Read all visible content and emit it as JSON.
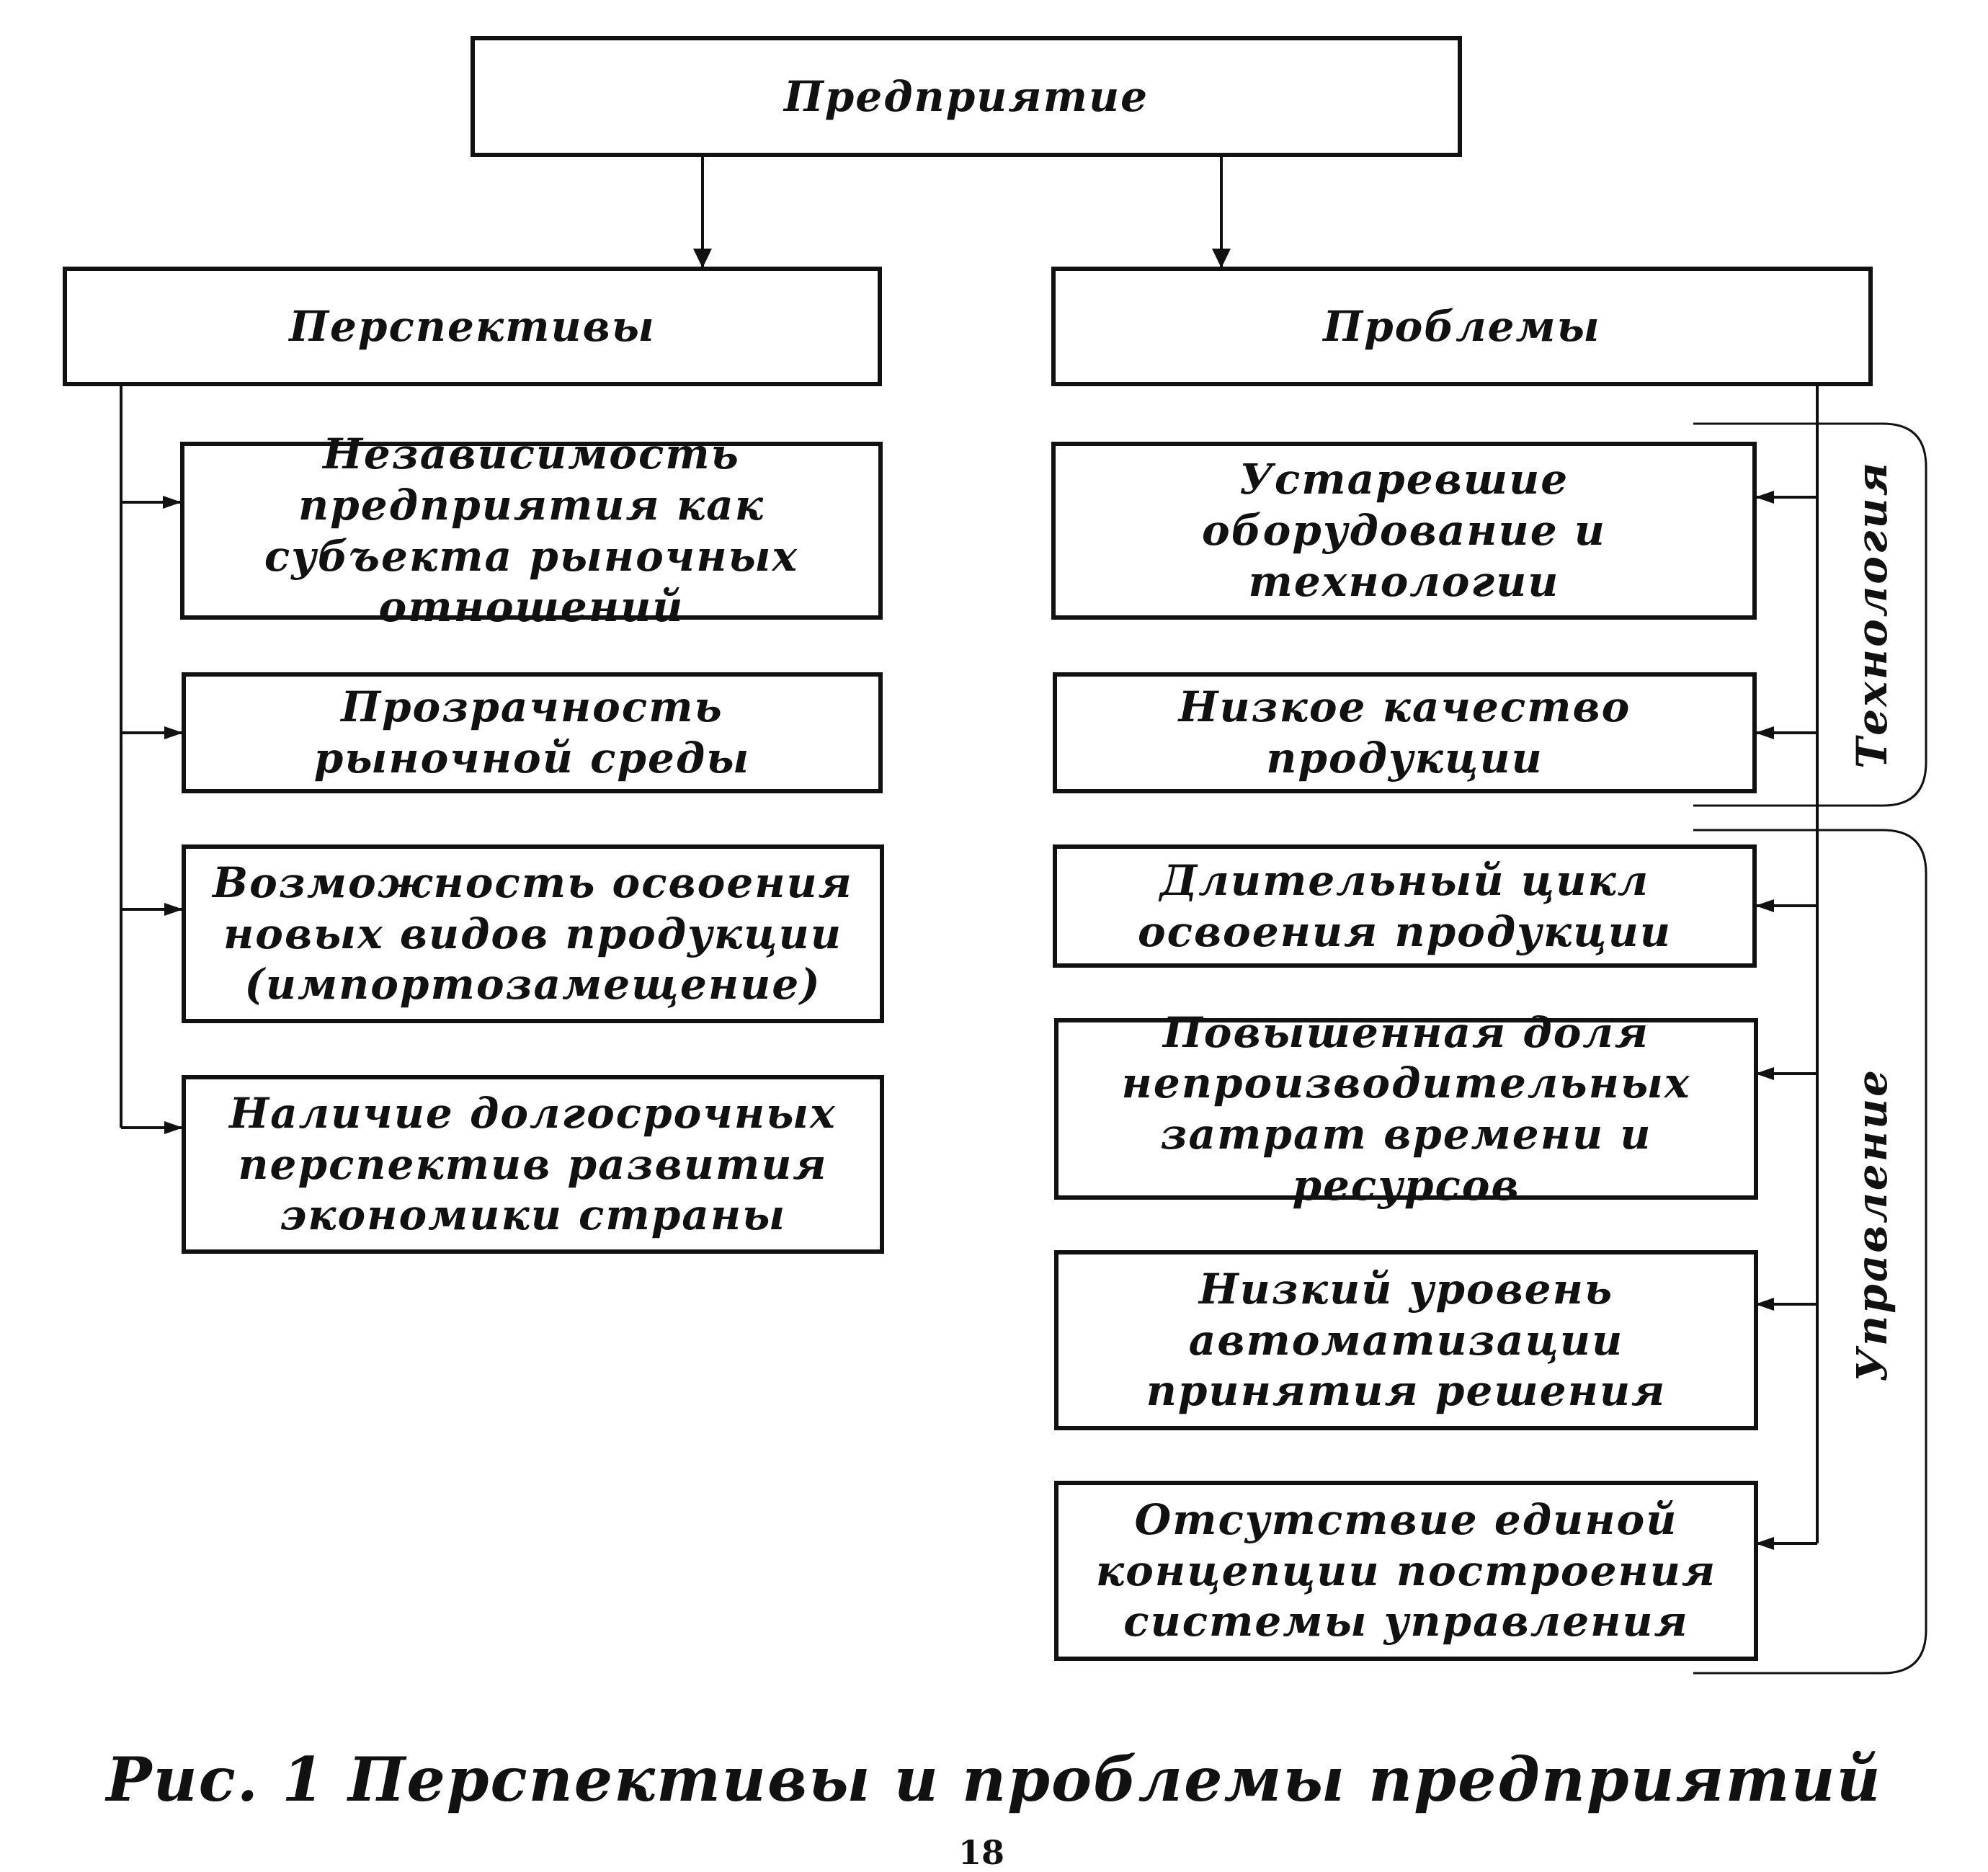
{
  "root": {
    "label": "Предприятие"
  },
  "perspectives": {
    "title": "Перспективы",
    "items": [
      "Независимость предприятия как субъекта рыночных отношений",
      "Прозрачность рыночной среды",
      "Возможность освоения новых видов продукции (импортозамещение)",
      "Наличие долгосрочных перспектив развития экономики страны"
    ]
  },
  "problems": {
    "title": "Проблемы",
    "items": [
      "Устаревшие оборудование и технологии",
      "Низкое качество продукции",
      "Длительный цикл освоения продукции",
      "Повышенная доля непроизводительных затрат времени и ресурсов",
      "Низкий уровень автоматизации принятия решения",
      "Отсутствие единой концепции построения системы управления"
    ]
  },
  "groups": {
    "technology": "Технология",
    "management": "Управление"
  },
  "caption": "Рис. 1 Перспективы и проблемы предприятий",
  "page_number": "18"
}
